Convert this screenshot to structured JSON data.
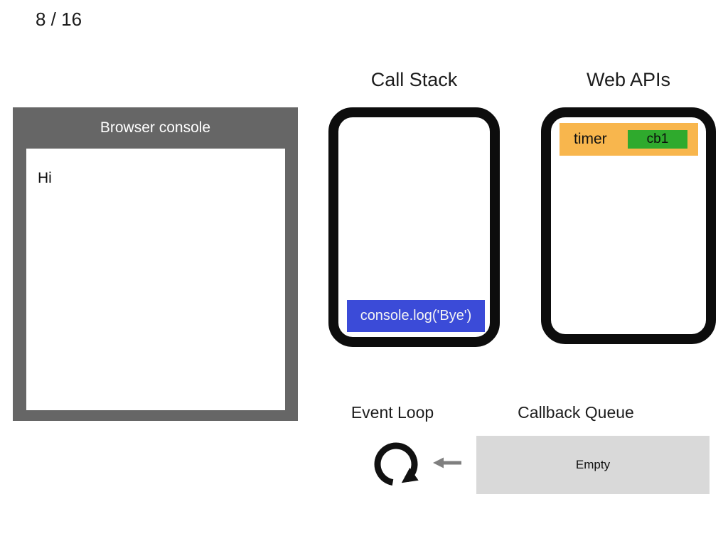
{
  "page": {
    "slide_counter": "8 / 16",
    "background_color": "#ffffff"
  },
  "browser_console": {
    "title": "Browser console",
    "log_lines": [
      "Hi"
    ],
    "panel_color": "#666666",
    "screen_color": "#ffffff"
  },
  "call_stack": {
    "title": "Call Stack",
    "frames": [
      {
        "label": "console.log('Bye')",
        "bg_color": "#3b4bd8",
        "text_color": "#ffffff"
      }
    ]
  },
  "web_apis": {
    "title": "Web APIs",
    "items": [
      {
        "api": "timer",
        "callback": "cb1",
        "api_bg_color": "#f8b64d",
        "callback_bg_color": "#2faa2d"
      }
    ]
  },
  "event_loop": {
    "title": "Event Loop",
    "icon": "circular-arrow-icon",
    "icon_color": "#111111"
  },
  "callback_queue": {
    "title": "Callback Queue",
    "status": "Empty",
    "bg_color": "#d9d9d9",
    "arrow_icon": "left-arrow-icon",
    "arrow_color": "#7f7f7f"
  }
}
